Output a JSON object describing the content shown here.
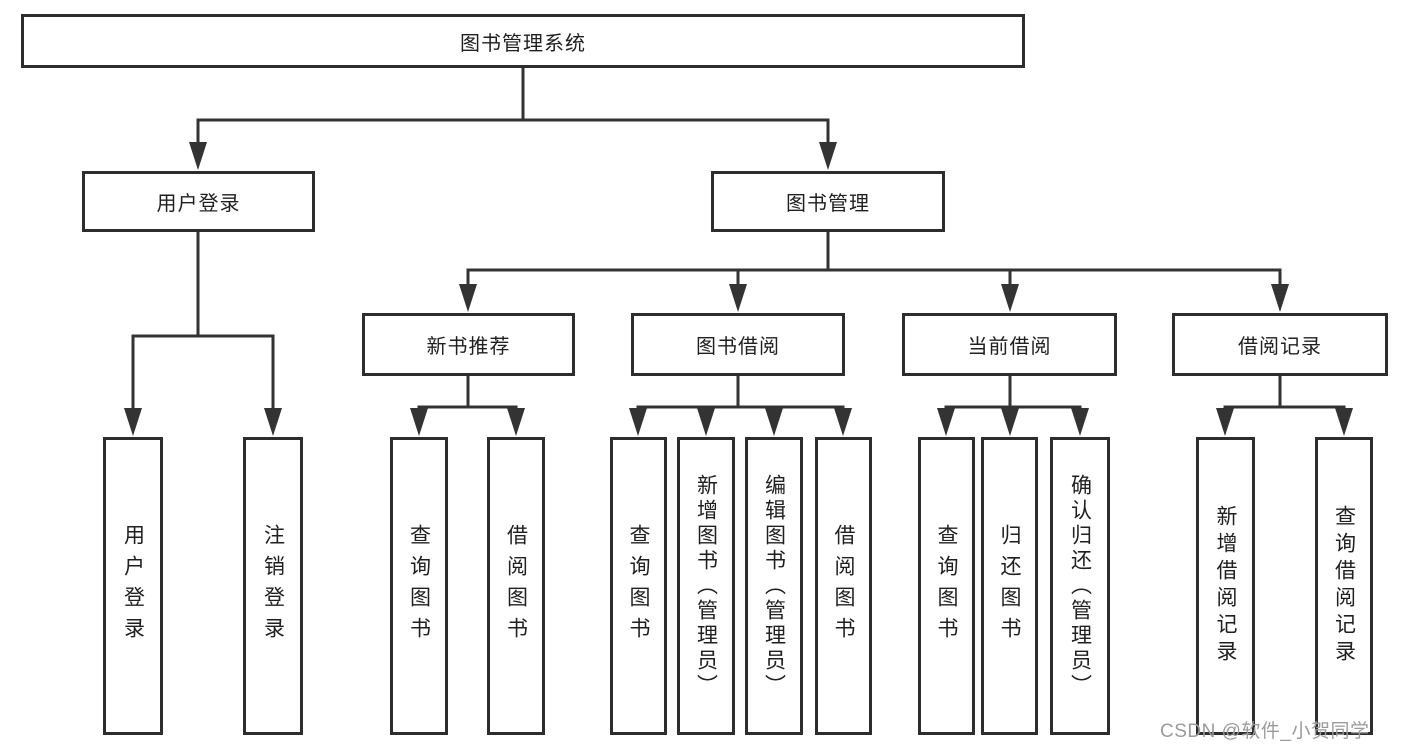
{
  "tree": {
    "root": {
      "label": "图书管理系统"
    },
    "branches": [
      {
        "label": "用户登录",
        "children": [
          {
            "label": "用户登录"
          },
          {
            "label": "注销登录"
          }
        ]
      },
      {
        "label": "图书管理",
        "children": [
          {
            "label": "新书推荐",
            "children": [
              {
                "label": "查询图书"
              },
              {
                "label": "借阅图书"
              }
            ]
          },
          {
            "label": "图书借阅",
            "children": [
              {
                "label": "查询图书"
              },
              {
                "label": "新增图书（管理员）"
              },
              {
                "label": "编辑图书（管理员）"
              },
              {
                "label": "借阅图书"
              }
            ]
          },
          {
            "label": "当前借阅",
            "children": [
              {
                "label": "查询图书"
              },
              {
                "label": "归还图书"
              },
              {
                "label": "确认归还（管理员）"
              }
            ]
          },
          {
            "label": "借阅记录",
            "children": [
              {
                "label": "新增借阅记录"
              },
              {
                "label": "查询借阅记录"
              }
            ]
          }
        ]
      }
    ]
  },
  "watermark": "CSDN @软件_小贺同学",
  "colors": {
    "line": "#333333",
    "box_border": "#2d2d2d",
    "text": "#1f1f1f",
    "background": "#ffffff",
    "watermark": "#9b9b9b"
  }
}
